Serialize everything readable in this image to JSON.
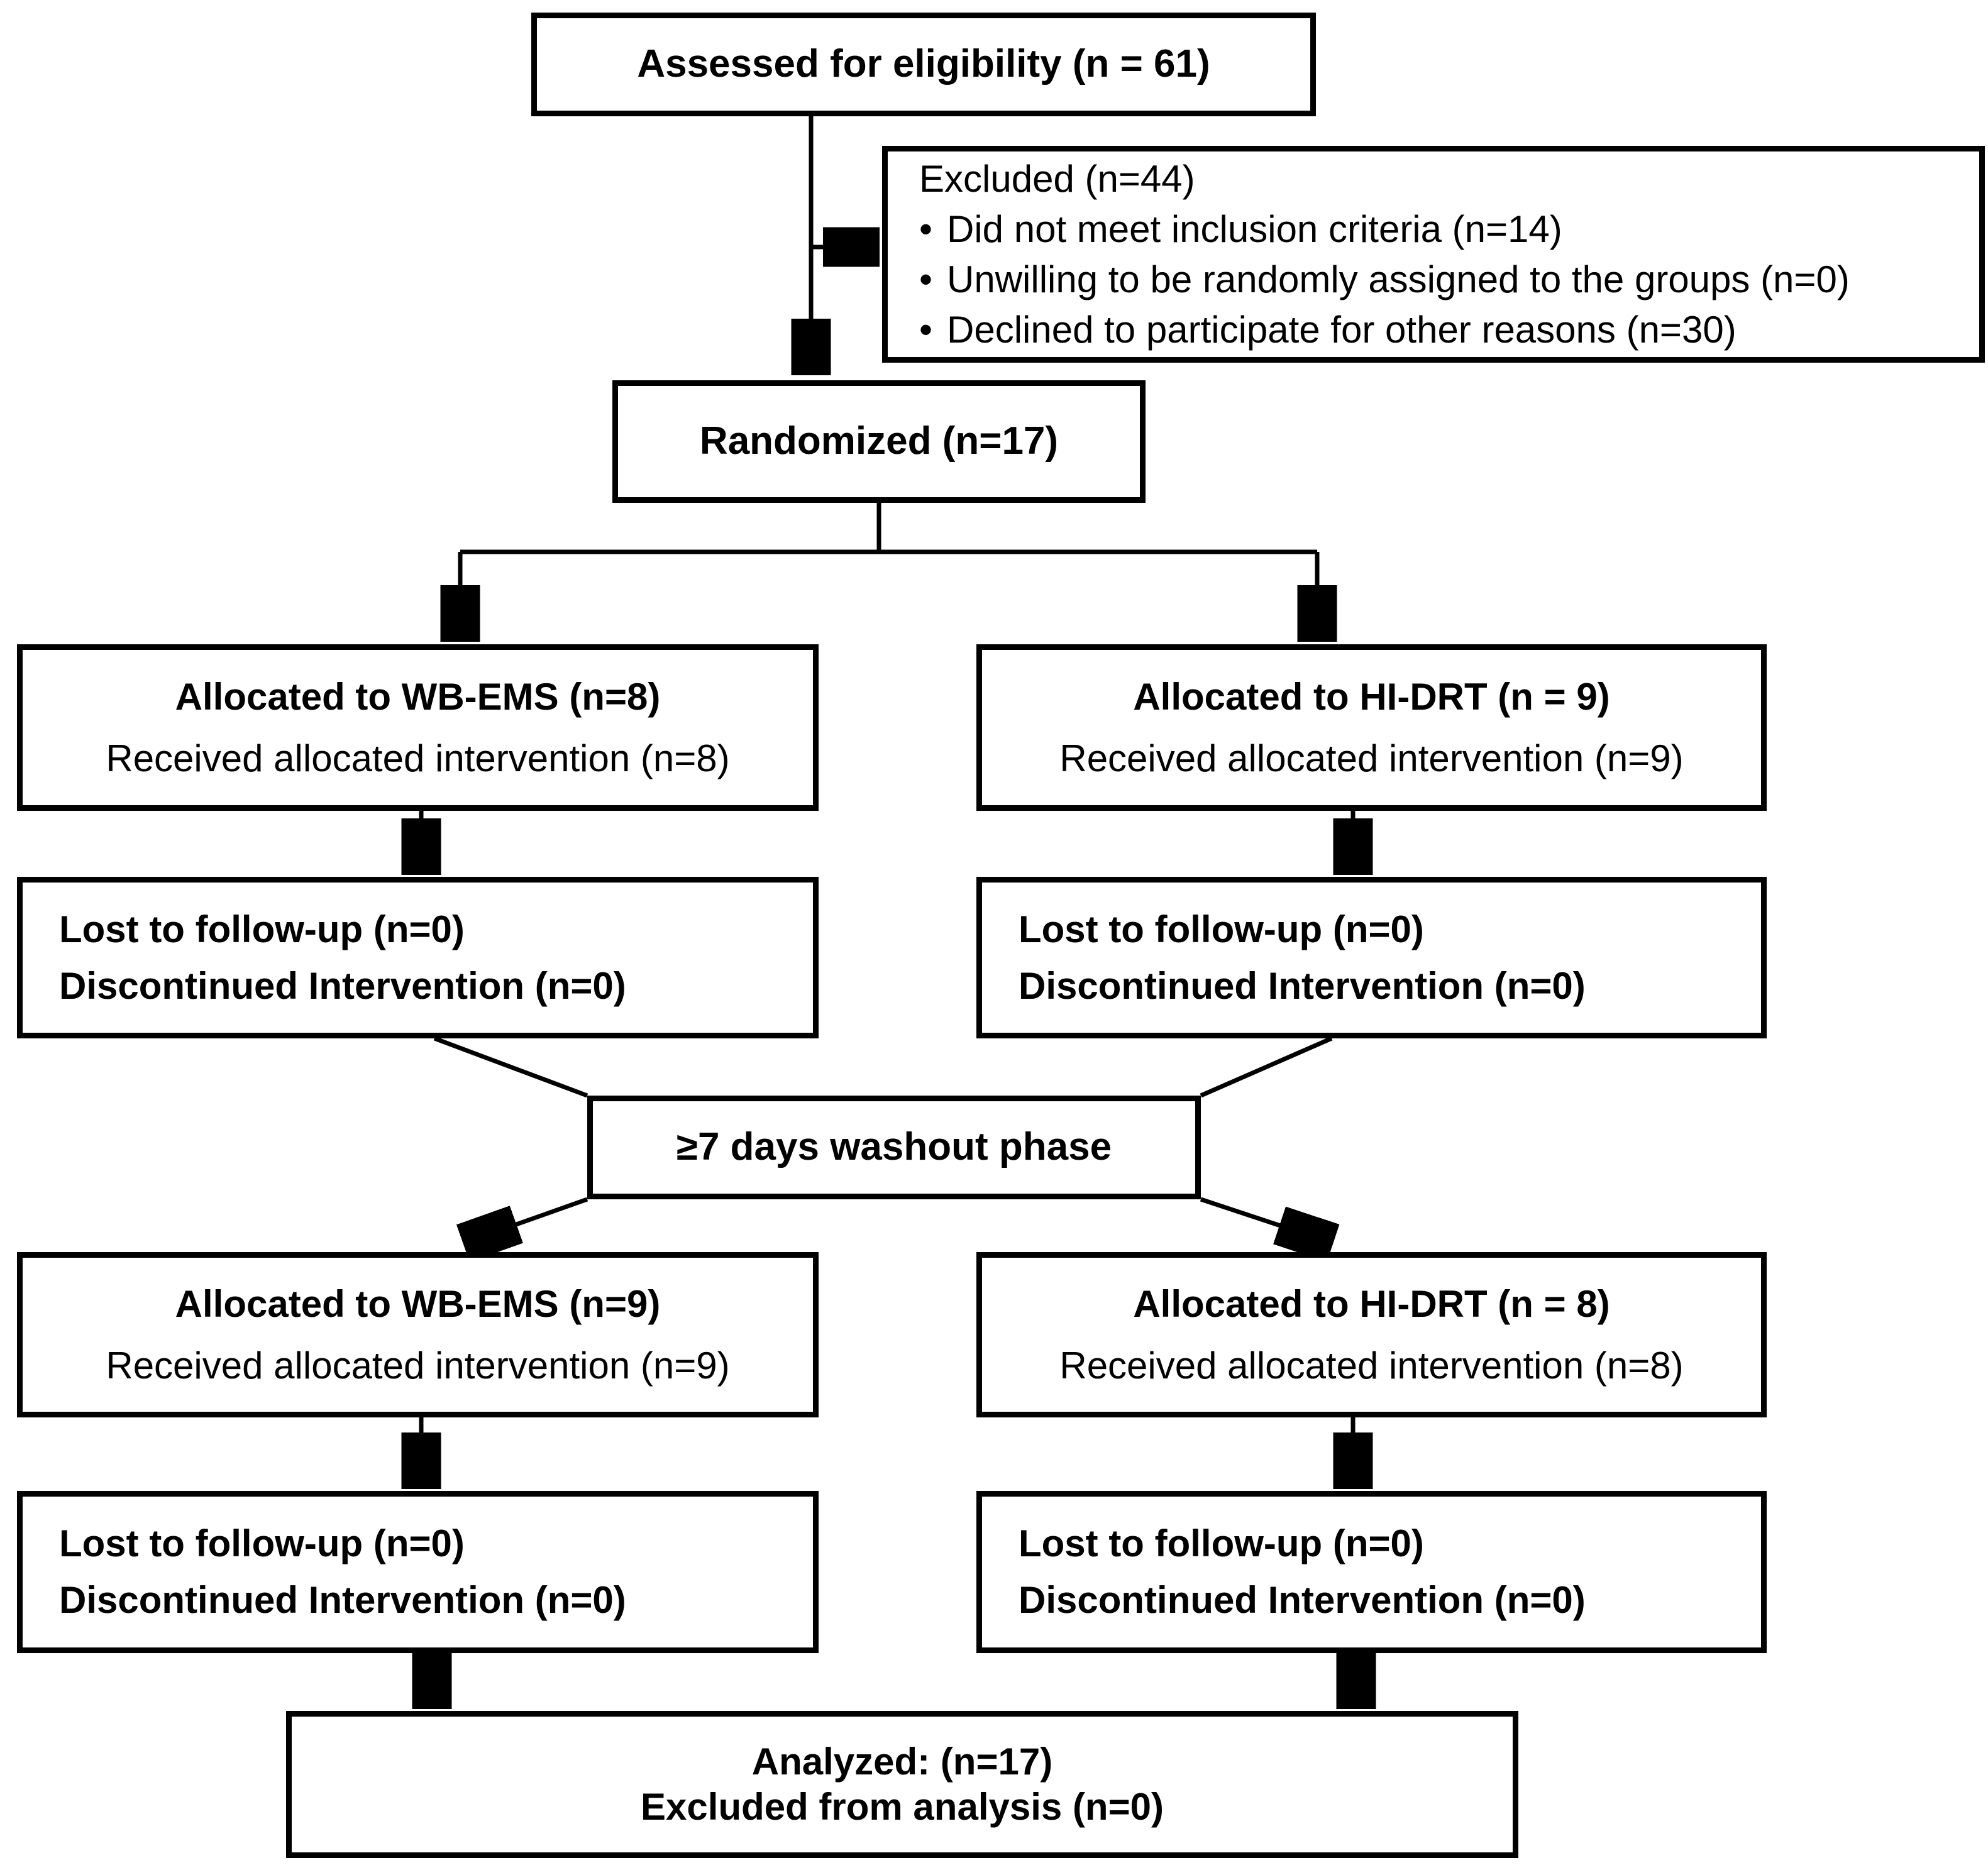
{
  "colors": {
    "background": "#ffffff",
    "border": "#000000",
    "text": "#000000"
  },
  "diagram": {
    "assessed": {
      "label": "Assessed for eligibility (n = 61)"
    },
    "excluded": {
      "title": "Excluded (n=44)",
      "bullet_glyph": "•",
      "bullets": [
        "Did not meet inclusion criteria (n=14)",
        "Unwilling to be randomly assigned to the groups (n=0)",
        "Declined to participate for other reasons (n=30)"
      ]
    },
    "randomized": {
      "label": "Randomized (n=17)"
    },
    "period1": {
      "wbems": {
        "title": "Allocated to WB-EMS (n=8)",
        "subtitle": "Received allocated intervention (n=8)"
      },
      "hidrt": {
        "title": "Allocated to HI-DRT (n = 9)",
        "subtitle": "Received allocated intervention (n=9)"
      },
      "wbems_followup": {
        "line1": "Lost to follow-up (n=0)",
        "line2": "Discontinued Intervention (n=0)"
      },
      "hidrt_followup": {
        "line1": "Lost to follow-up (n=0)",
        "line2": "Discontinued Intervention (n=0)"
      }
    },
    "washout": {
      "label": "≥7 days washout phase"
    },
    "period2": {
      "wbems": {
        "title": "Allocated to WB-EMS (n=9)",
        "subtitle": "Received allocated intervention (n=9)"
      },
      "hidrt": {
        "title": "Allocated to HI-DRT (n = 8)",
        "subtitle": "Received allocated intervention (n=8)"
      },
      "wbems_followup": {
        "line1": "Lost to follow-up (n=0)",
        "line2": "Discontinued Intervention (n=0)"
      },
      "hidrt_followup": {
        "line1": "Lost to follow-up (n=0)",
        "line2": "Discontinued Intervention (n=0)"
      }
    },
    "analyzed": {
      "line1": "Analyzed: (n=17)",
      "line2": "Excluded from analysis (n=0)"
    }
  }
}
